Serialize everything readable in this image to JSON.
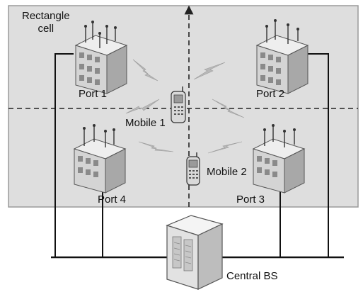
{
  "diagram": {
    "cell_label_line1": "Rectangle",
    "cell_label_line2": "cell",
    "ports": [
      {
        "label": "Port 1"
      },
      {
        "label": "Port 2"
      },
      {
        "label": "Port 3"
      },
      {
        "label": "Port 4"
      }
    ],
    "mobiles": [
      {
        "label": "Mobile 1"
      },
      {
        "label": "Mobile 2"
      }
    ],
    "base_station": {
      "label": "Central BS"
    },
    "colors": {
      "cell_fill": "#dedede",
      "cell_border": "#9a9a9a",
      "wire": "#111111",
      "building": "#d4d4d4",
      "server": "#e6e6e6",
      "link_zigzag": "#b8b8b8"
    }
  }
}
